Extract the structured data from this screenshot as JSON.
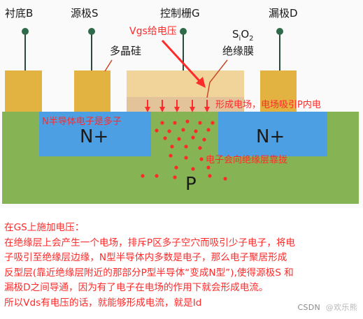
{
  "diagram": {
    "terminals": {
      "substrate": "衬底B",
      "source": "源极S",
      "gate": "控制栅G",
      "drain": "漏极D"
    },
    "labels": {
      "polysilicon": "多晶硅",
      "oxide_formula_s": "S",
      "oxide_formula_i": "i",
      "oxide_formula_o": "O",
      "oxide_formula_2": "2",
      "oxide_name": "绝缘膜",
      "gate_voltage": "Vgs给电压",
      "field_formed": "形成电场，电场吸引P内电",
      "n_carriers": "N半导体电子是多子",
      "n_plus_left": "N+",
      "n_plus_right": "N+",
      "electrons_move": "电子会向绝缘层靠拢",
      "p_region": "P"
    },
    "colors": {
      "metal": "#e3b342",
      "oxide": "#e3c39a",
      "poly": "#f0d49a",
      "p_substrate": "#86b454",
      "n_region": "#4d9fe3",
      "background": "#fafafa",
      "annotation": "#ff2a2a"
    }
  },
  "caption": {
    "lines": [
      "在GS上施加电压：",
      "在绝缘层上会产生一个电场，排斥P区多子空穴而吸引少子电子，将电",
      "子吸引至绝缘层边缘，N型半导体内多数是电子，那么电子聚居形成",
      "反型层(靠近绝缘层附近的那部分P型半导体“变成N型”),使得源极S 和",
      "漏极D之间导通，因为有了电子在电场的作用下就会形成电流。",
      "所以Vds有电压的话，就能够形成电流，就是Id"
    ]
  },
  "watermark": {
    "csdn": "CSDN",
    "author": "@欢乐熊"
  }
}
